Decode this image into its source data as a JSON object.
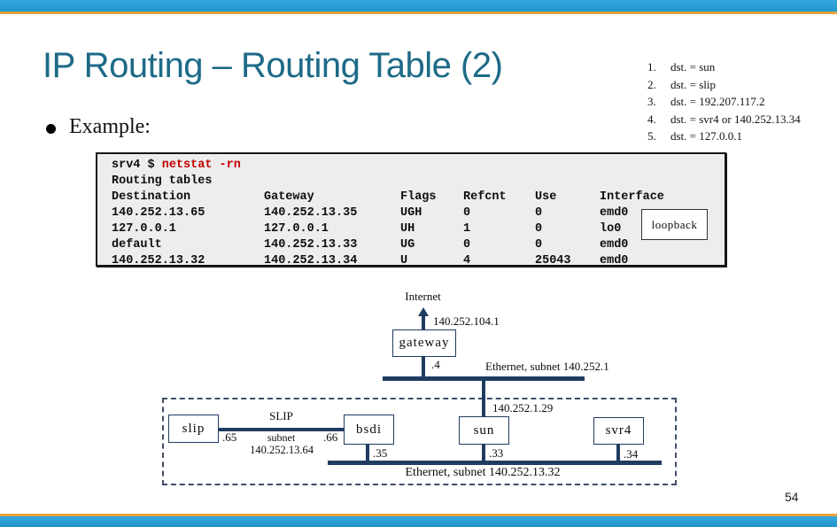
{
  "slide": {
    "title": "IP Routing – Routing Table (2)",
    "bullet_label": "Example:",
    "page_number": "54"
  },
  "notes": {
    "items": [
      {
        "num": "1.",
        "text": "dst. = sun"
      },
      {
        "num": "2.",
        "text": "dst. = slip"
      },
      {
        "num": "3.",
        "text": "dst. = 192.207.117.2"
      },
      {
        "num": "4.",
        "text": "dst. = svr4 or 140.252.13.34"
      },
      {
        "num": "5.",
        "text": "dst. = 127.0.0.1"
      }
    ]
  },
  "terminal": {
    "prompt": "srv4 $ ",
    "command": "netstat -rn",
    "subtitle": "Routing tables",
    "columns": [
      "Destination",
      "Gateway",
      "Flags",
      "Refcnt",
      "Use",
      "Interface"
    ],
    "rows": [
      [
        "140.252.13.65",
        "140.252.13.35",
        "UGH",
        "0",
        "0",
        "emd0"
      ],
      [
        "127.0.0.1",
        "127.0.0.1",
        "UH",
        "1",
        "0",
        "lo0"
      ],
      [
        "default",
        "140.252.13.33",
        "UG",
        "0",
        "0",
        "emd0"
      ],
      [
        "140.252.13.32",
        "140.252.13.34",
        "U",
        "4",
        "25043",
        "emd0"
      ]
    ],
    "loopback_label": "loopback"
  },
  "diagram": {
    "internet_label": "Internet",
    "gateway_ip": "140.252.104.1",
    "gateway_label": "gateway",
    "gateway_port": ".4",
    "ethernet1_label": "Ethernet, subnet 140.252.1",
    "sun_ip": "140.252.1.29",
    "slip_label": "slip",
    "slip_port_left": ".65",
    "slip_link_label": "SLIP",
    "slip_subnet_word": "subnet",
    "slip_subnet_ip": "140.252.13.64",
    "slip_port_right": ".66",
    "bsdi_label": "bsdi",
    "bsdi_port": ".35",
    "sun_label": "sun",
    "sun_port": ".33",
    "svr4_label": "svr4",
    "svr4_port": ".34",
    "ethernet2_label": "Ethernet, subnet 140.252.13.32"
  },
  "colors": {
    "top_bar_blue": "#2a9fd6",
    "accent_gold": "#e7a33b",
    "title_teal": "#1e6a87",
    "diagram_navy": "#1f3c61",
    "dashed_border": "#3f4e66",
    "command_red": "#c00000",
    "terminal_bg": "#ededed"
  }
}
